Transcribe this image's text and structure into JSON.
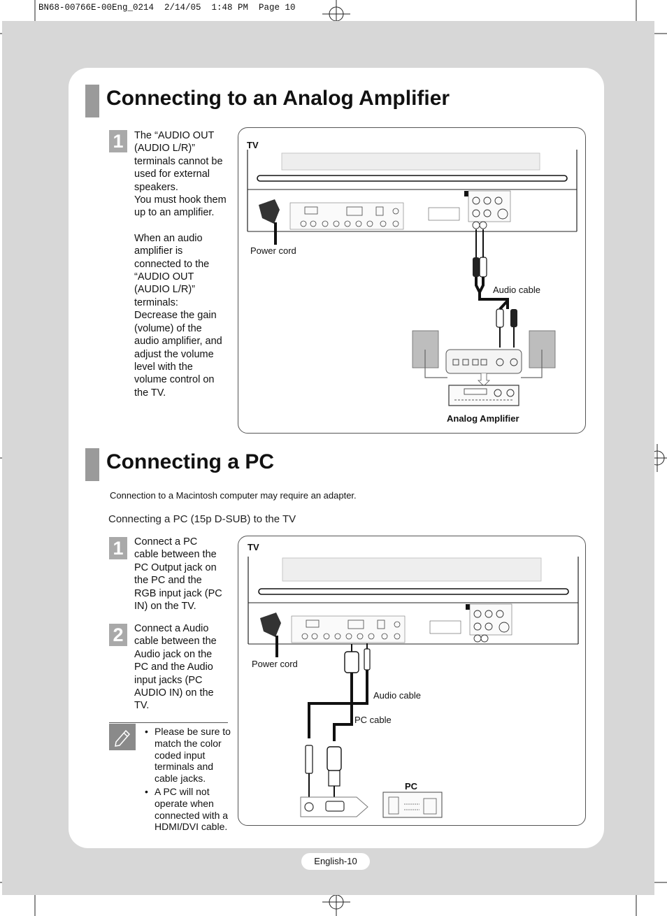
{
  "print_header": "BN68-00766E-00Eng_0214  2/14/05  1:48 PM  Page 10",
  "section1": {
    "title": "Connecting to an Analog Amplifier",
    "step_number": "1",
    "step_paragraphs": [
      "The “AUDIO OUT (AUDIO L/R)” terminals cannot be used for external speakers.",
      "You must hook them up to an amplifier.",
      "When an audio amplifier is connected to the “AUDIO OUT (AUDIO L/R)” terminals: Decrease the gain (volume) of the audio amplifier, and adjust the volume level with the volume control on the TV."
    ],
    "diagram": {
      "tv_label": "TV",
      "power_cord_label": "Power cord",
      "audio_cable_label": "Audio cable",
      "amplifier_label": "Analog Amplifier"
    }
  },
  "section2": {
    "title": "Connecting a PC",
    "intro": "Connection to a Macintosh computer may require an adapter.",
    "subtitle": "Connecting a PC (15p D-SUB) to the TV",
    "steps": [
      {
        "number": "1",
        "text": "Connect a PC cable between the PC Output jack on the PC and the RGB input jack (PC IN) on the TV."
      },
      {
        "number": "2",
        "text": "Connect a Audio cable between the Audio jack on the PC and the Audio input jacks (PC AUDIO IN) on the TV."
      }
    ],
    "notes": [
      "Please be sure to match the color coded input terminals and cable jacks.",
      "A PC will not operate when connected with a HDMI/DVI cable."
    ],
    "diagram": {
      "tv_label": "TV",
      "power_cord_label": "Power cord",
      "audio_cable_label": "Audio cable",
      "pc_cable_label": "PC cable",
      "pc_label": "PC"
    }
  },
  "footer": {
    "page_label": "English-10"
  }
}
